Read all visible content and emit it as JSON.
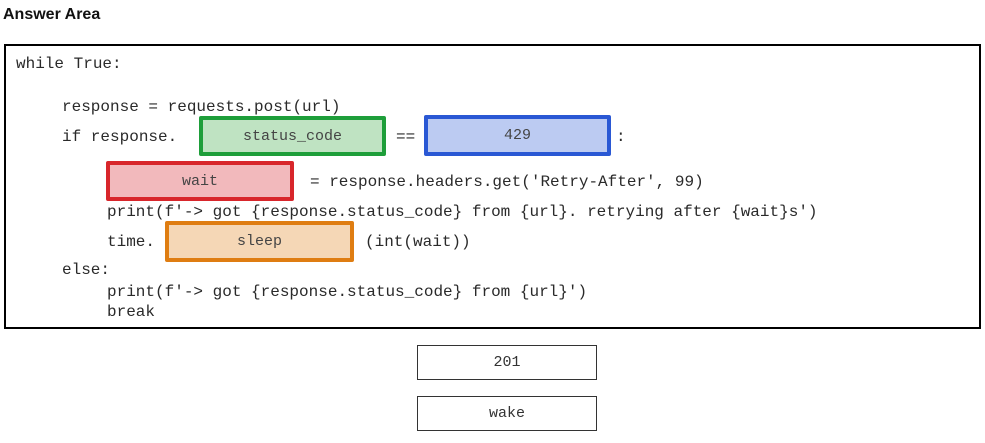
{
  "heading": "Answer Area",
  "code": {
    "line_while": "while True:",
    "line_response": "response = requests.post(url)",
    "line_if_prefix": "if response.",
    "line_if_eq": "==",
    "line_if_colon": ":",
    "line_retry_suffix": "= response.headers.get('Retry-After', 99)",
    "line_print_retry": "print(f'-> got {response.status_code} from {url}. retrying after {wait}s')",
    "line_time_prefix": "time.",
    "line_time_suffix": "(int(wait))",
    "line_else": "else:",
    "line_print_final": "print(f'-> got {response.status_code} from {url}')",
    "line_break": "break"
  },
  "slots": {
    "status_code": "status_code",
    "code_429": "429",
    "wait": "wait",
    "sleep": "sleep"
  },
  "slot_colors": {
    "green": "#1e9e3a",
    "blue": "#2a58d4",
    "red": "#d8262b",
    "orange": "#df7d12"
  },
  "options": [
    "201",
    "wake"
  ]
}
